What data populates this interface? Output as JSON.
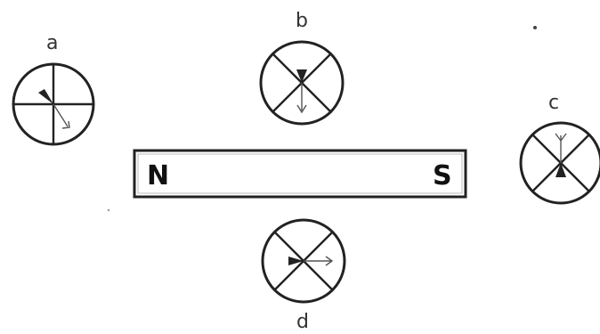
{
  "bar_magnet": {
    "north_label": "N",
    "south_label": "S"
  },
  "compasses": [
    {
      "label": "a"
    },
    {
      "label": "b"
    },
    {
      "label": "c"
    },
    {
      "label": "d"
    }
  ]
}
